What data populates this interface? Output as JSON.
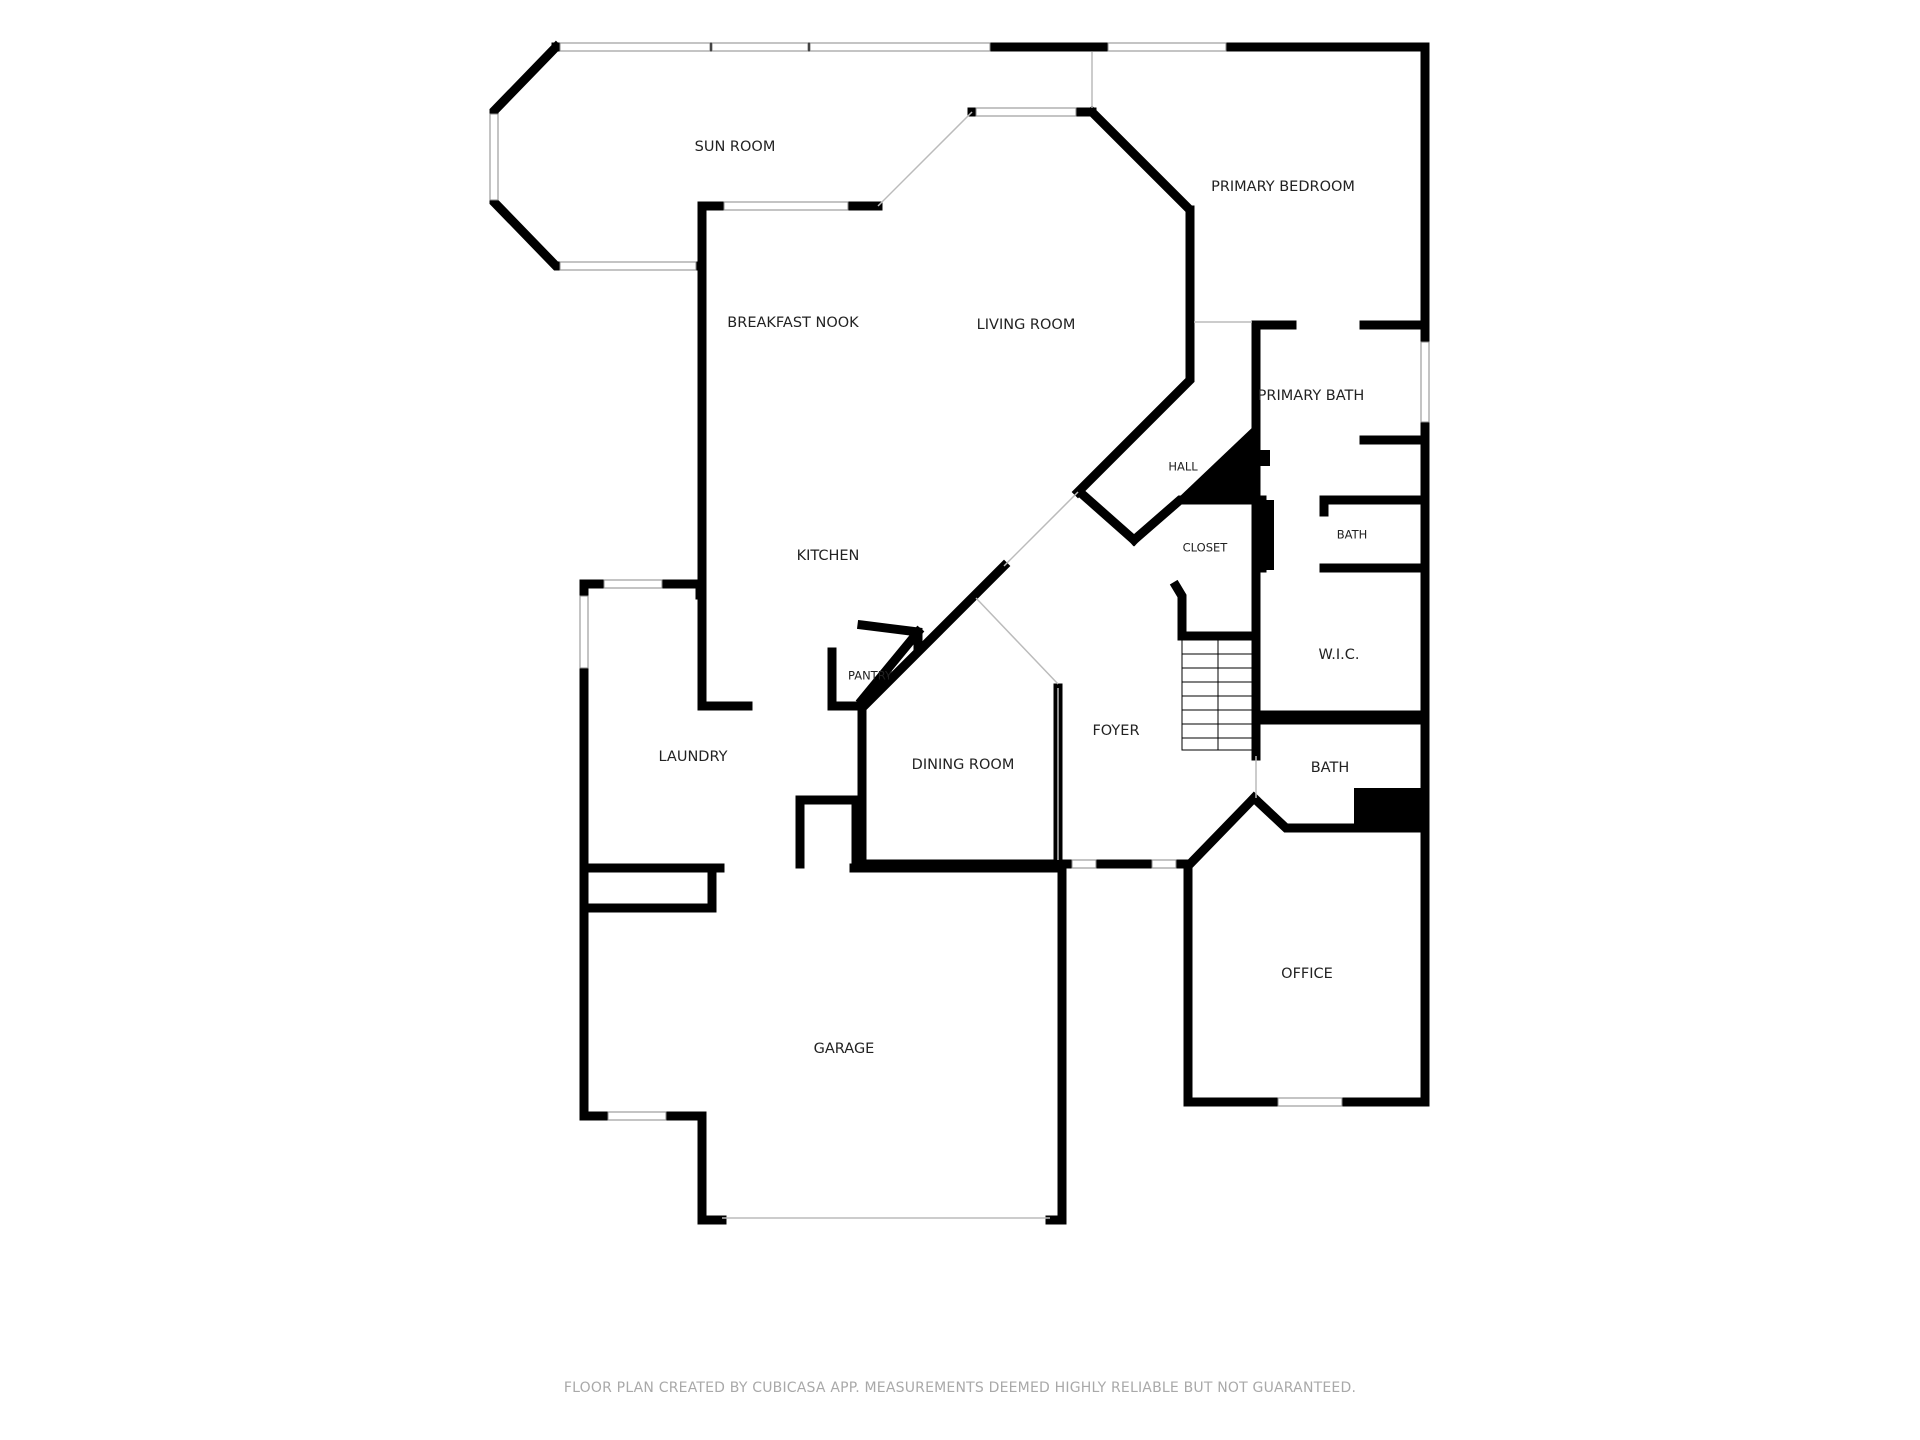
{
  "rooms": {
    "sun_room": "SUN ROOM",
    "primary_bedroom": "PRIMARY BEDROOM",
    "breakfast_nook": "BREAKFAST NOOK",
    "living_room": "LIVING ROOM",
    "primary_bath": "PRIMARY BATH",
    "hall": "HALL",
    "closet": "CLOSET",
    "bath_small": "BATH",
    "kitchen": "KITCHEN",
    "wic": "W.I.C.",
    "pantry": "PANTRY",
    "laundry": "LAUNDRY",
    "dining_room": "DINING ROOM",
    "foyer": "FOYER",
    "bath": "BATH",
    "office": "OFFICE",
    "garage": "GARAGE"
  },
  "footer": "FLOOR PLAN CREATED BY CUBICASA APP. MEASUREMENTS DEEMED HIGHLY RELIABLE BUT NOT GUARANTEED.",
  "colors": {
    "wall": "#000000",
    "window": "#ffffff",
    "label": "#222222",
    "footer": "#a9a9a9"
  }
}
